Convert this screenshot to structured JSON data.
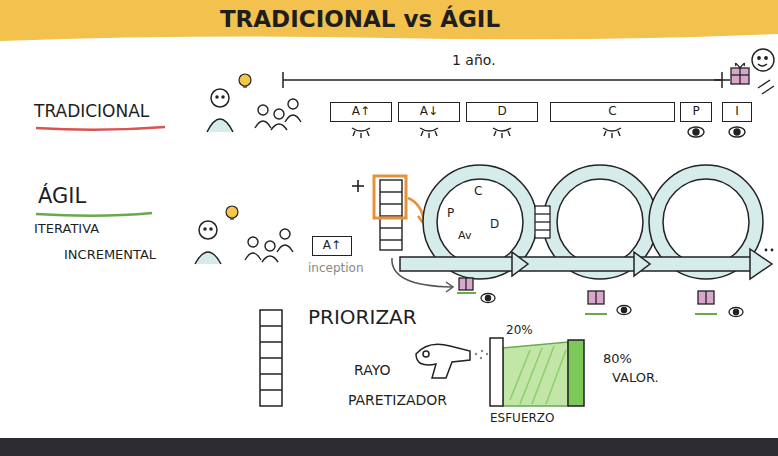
{
  "diagram": {
    "title": "TRADICIONAL vs ÁGIL",
    "nodes": [
      {
        "text": [
          "A↑"
        ]
      },
      {
        "text": [
          "A↓"
        ]
      },
      {
        "text": [
          "D"
        ]
      },
      {
        "text": [
          "C"
        ]
      },
      {
        "text": [
          "P"
        ]
      },
      {
        "text": [
          "I"
        ]
      },
      {
        "text": [
          "A↑"
        ]
      }
    ],
    "labels": [
      "1 año.",
      "TRADICIONAL",
      "ÁGIL",
      "ITERATIVA",
      "INCREMENTAL",
      "inception",
      "C",
      "P",
      "Av",
      "D",
      "PRIORIZAR",
      "RAYO",
      "PARETIZADOR",
      "20%",
      "80%",
      "VALOR.",
      "ESFUERZO"
    ]
  }
}
